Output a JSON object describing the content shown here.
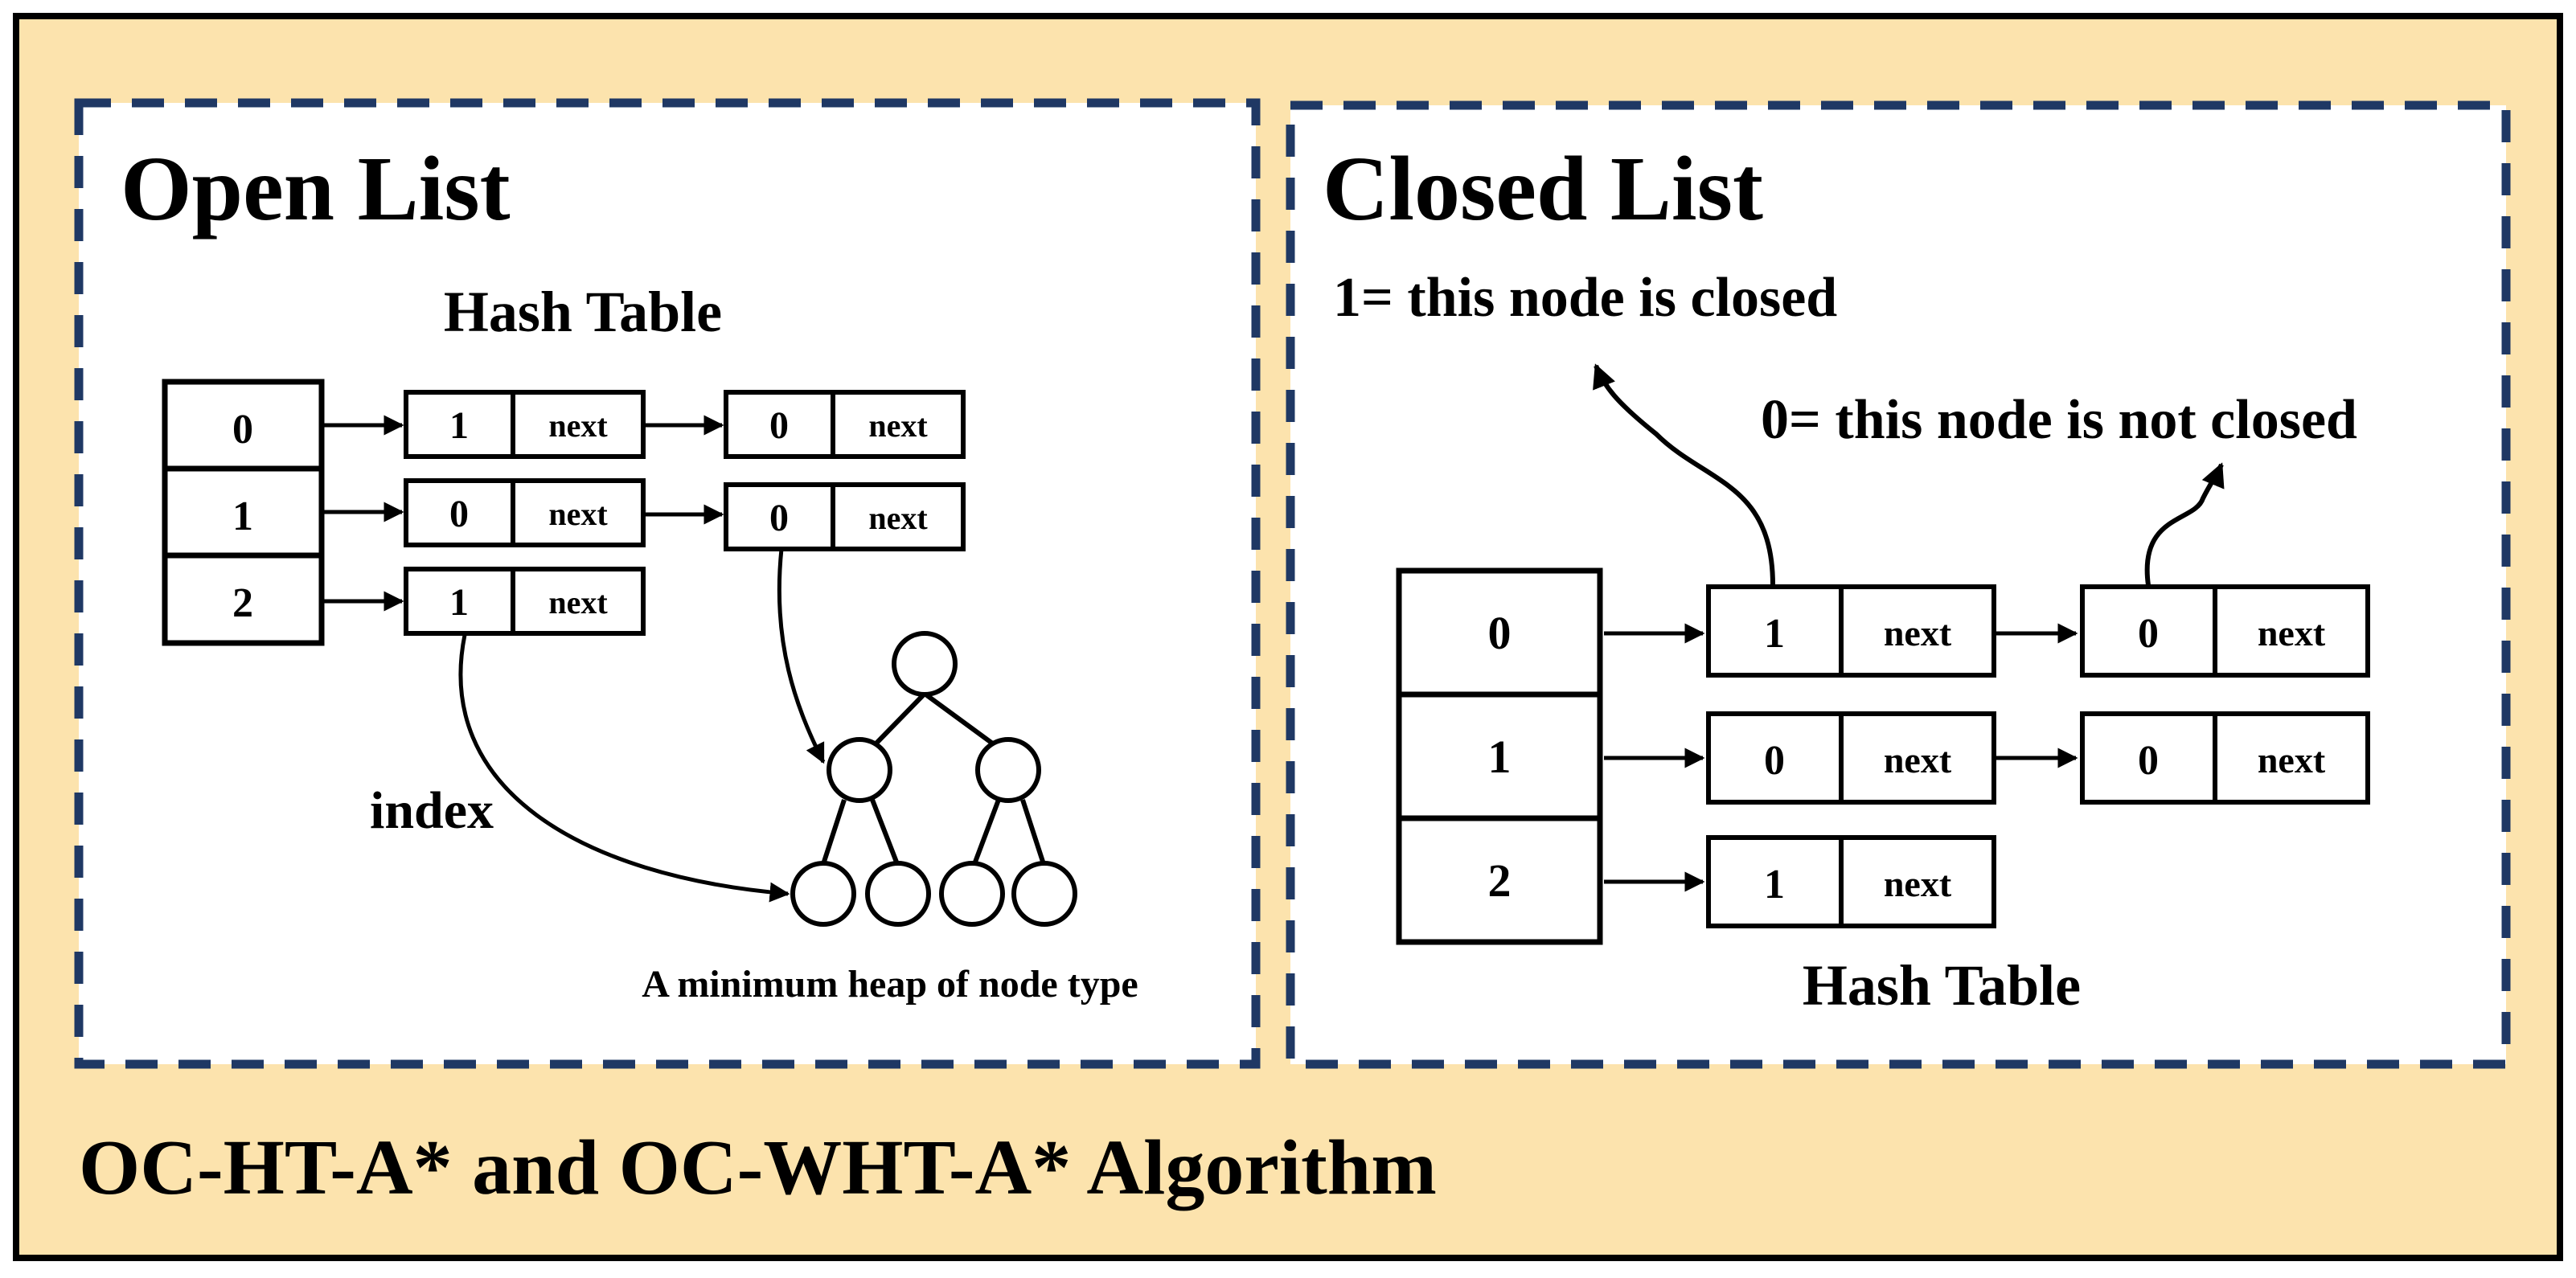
{
  "colors": {
    "background": "#fce3ad",
    "frame": "#000000",
    "panel": "#ffffff",
    "panel_dash": "#1f3864"
  },
  "open_list": {
    "title": "Open List",
    "hash_table_label": "Hash Table",
    "buckets": [
      "0",
      "1",
      "2"
    ],
    "chains": [
      [
        {
          "value": "1",
          "next_label": "next"
        },
        {
          "value": "0",
          "next_label": "next"
        }
      ],
      [
        {
          "value": "0",
          "next_label": "next"
        },
        {
          "value": "0",
          "next_label": "next"
        }
      ],
      [
        {
          "value": "1",
          "next_label": "next"
        }
      ]
    ],
    "index_label": "index",
    "heap_label": "A minimum heap of node type"
  },
  "closed_list": {
    "title": "Closed List",
    "annotation_closed": "1= this node is closed",
    "annotation_not_closed": "0= this node is not closed",
    "hash_table_label": "Hash Table",
    "buckets": [
      "0",
      "1",
      "2"
    ],
    "chains": [
      [
        {
          "value": "1",
          "next_label": "next"
        },
        {
          "value": "0",
          "next_label": "next"
        }
      ],
      [
        {
          "value": "0",
          "next_label": "next"
        },
        {
          "value": "0",
          "next_label": "next"
        }
      ],
      [
        {
          "value": "1",
          "next_label": "next"
        }
      ]
    ]
  },
  "footer": {
    "title": "OC-HT-A* and OC-WHT-A* Algorithm"
  }
}
